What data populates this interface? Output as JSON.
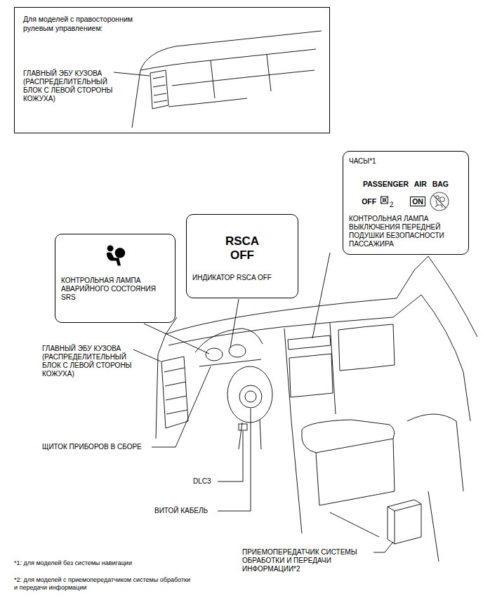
{
  "diagram": {
    "nodes": [
      {
        "text": [
          "Для моделей с правосторонним рулевым управлением:",
          "ГЛАВНЫЙ ЭБУ КУЗОВА (РАСПРЕДЕЛИТЕЛЬНЫЙ БЛОК С ЛЕВОЙ СТОРОНЫ КОЖУХА)"
        ]
      },
      {
        "text": [
          "КОНТРОЛЬНАЯ ЛАМПА АВАРИЙНОГО СОСТОЯНИЯ SRS"
        ]
      },
      {
        "text": [
          "RSCA OFF",
          "ИНДИКАТОР RSCA OFF"
        ]
      },
      {
        "text": [
          "ЧАСЫ*1",
          "PASSENGER AIR BAG",
          "OFF",
          "КОНТРОЛЬНАЯ ЛАМПА ВЫКЛЮЧЕНИЯ ПЕРЕДНЕЙ ПОДУШКИ БЕЗОПАСНОСТИ ПАССАЖИРА"
        ]
      },
      {
        "text": [
          "ON"
        ],
        "in": 3
      }
    ],
    "labels": [
      "ГЛАВНЫЙ ЭБУ КУЗОВА (РАСПРЕДЕЛИТЕЛЬНЫЙ БЛОК С ЛЕВОЙ СТОРОНЫ КОЖУХА)",
      "ЩИТОК ПРИБОРОВ В СБОРЕ",
      "DLC3",
      "ВИТОЙ КАБЕЛЬ",
      "ПРИЕМОПЕРЕДАТЧИК СИСТЕМЫ ОБРАБОТКИ И ПЕРЕДАЧИ ИНФОРМАЦИИ*2",
      "*1: для моделей без системы навигации",
      "*2: для моделей с приемопередатчиком системы обработки и передачи информации"
    ]
  }
}
